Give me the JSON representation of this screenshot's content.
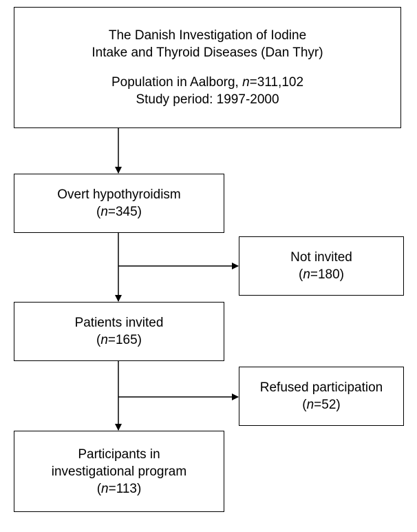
{
  "top": {
    "line1": "The Danish Investigation of Iodine",
    "line2": "Intake and Thyroid Diseases (Dan Thyr)",
    "pop_prefix": "Population in Aalborg, ",
    "pop_n": "n",
    "pop_value": "=311,102",
    "period": "Study period: 1997-2000"
  },
  "hypo": {
    "label": "Overt hypothyroidism",
    "n_open": "(",
    "n": "n",
    "n_value": "=345)"
  },
  "not_invited": {
    "label": "Not invited",
    "n_open": "(",
    "n": "n",
    "n_value": "=180)"
  },
  "invited": {
    "label": "Patients invited",
    "n_open": "(",
    "n": "n",
    "n_value": "=165)"
  },
  "refused": {
    "label": "Refused participation",
    "n_open": "(",
    "n": "n",
    "n_value": "=52)"
  },
  "participants": {
    "line1": "Participants in",
    "line2": "investigational program",
    "n_open": "(",
    "n": "n",
    "n_value": "=113)"
  }
}
